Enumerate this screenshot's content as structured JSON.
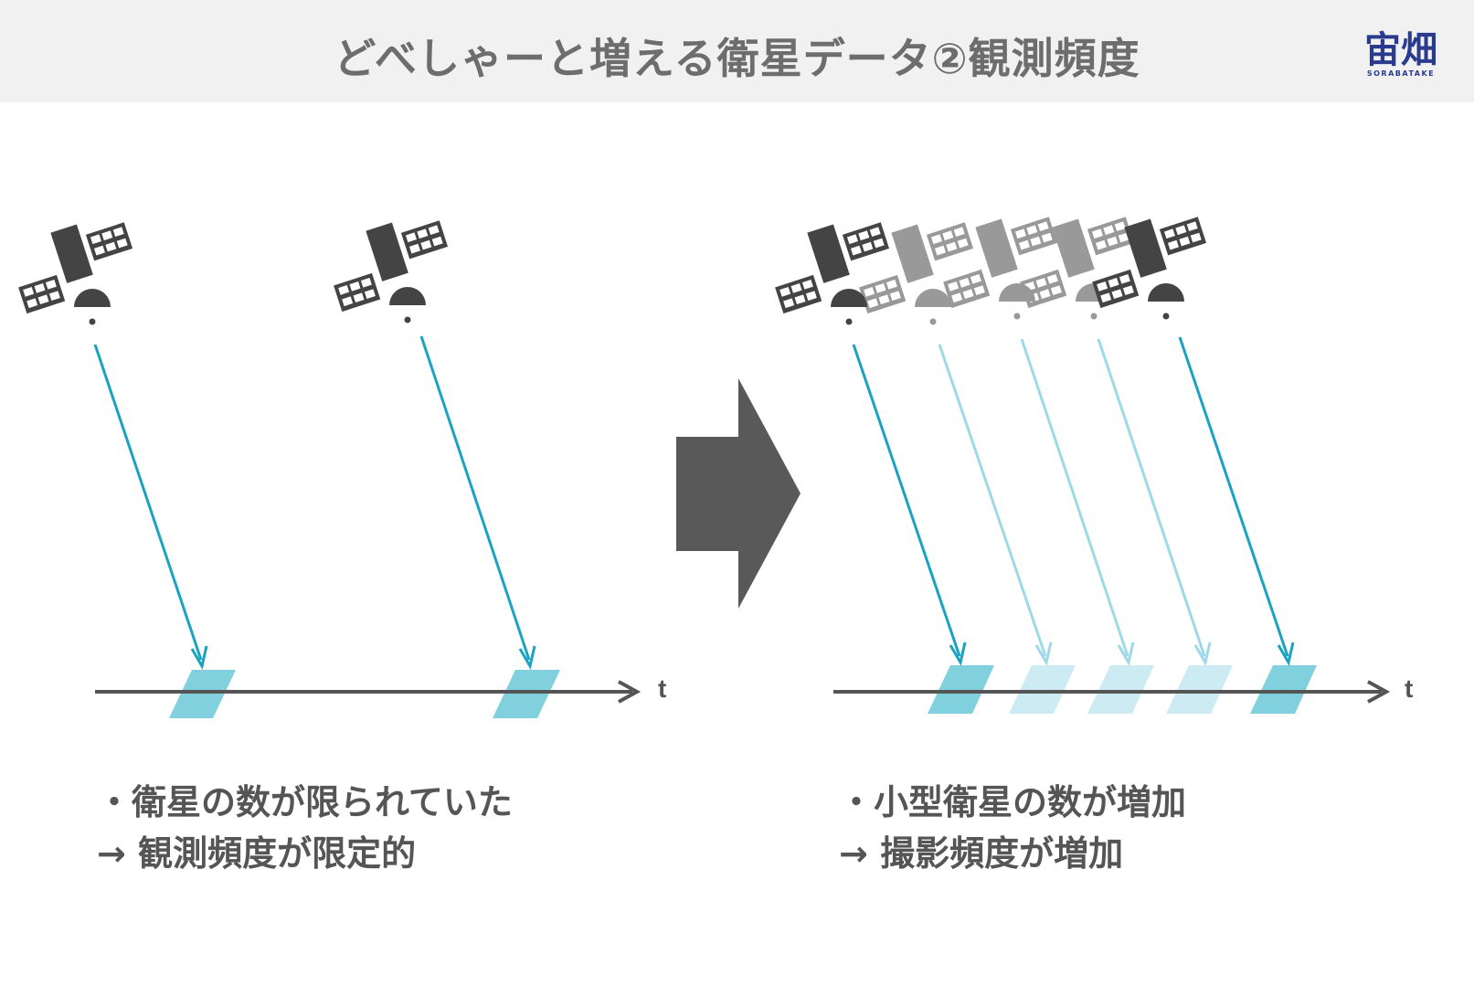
{
  "header": {
    "title": "どべしゃーと増える衛星データ②観測頻度",
    "logo_mark": "宙畑",
    "logo_sub": "SORABATAKE"
  },
  "colors": {
    "arrow_strong": "#1aa3c1",
    "arrow_light": "#9dd9e7",
    "footprint_strong": "#80d0de",
    "footprint_light": "#cdebf2",
    "satellite_dark": "#444444",
    "satellite_light": "#999999",
    "axis": "#555555",
    "transition_arrow": "#595959"
  },
  "icons": {
    "satellite": "satellite-icon",
    "transition": "right-arrow-icon"
  },
  "left": {
    "axis_label": "t",
    "caption_line1": "・衛星の数が限られていた",
    "caption_line2": "→ 観測頻度が限定的"
  },
  "right": {
    "axis_label": "t",
    "caption_line1": "・小型衛星の数が増加",
    "caption_line2": "→ 撮影頻度が増加"
  }
}
